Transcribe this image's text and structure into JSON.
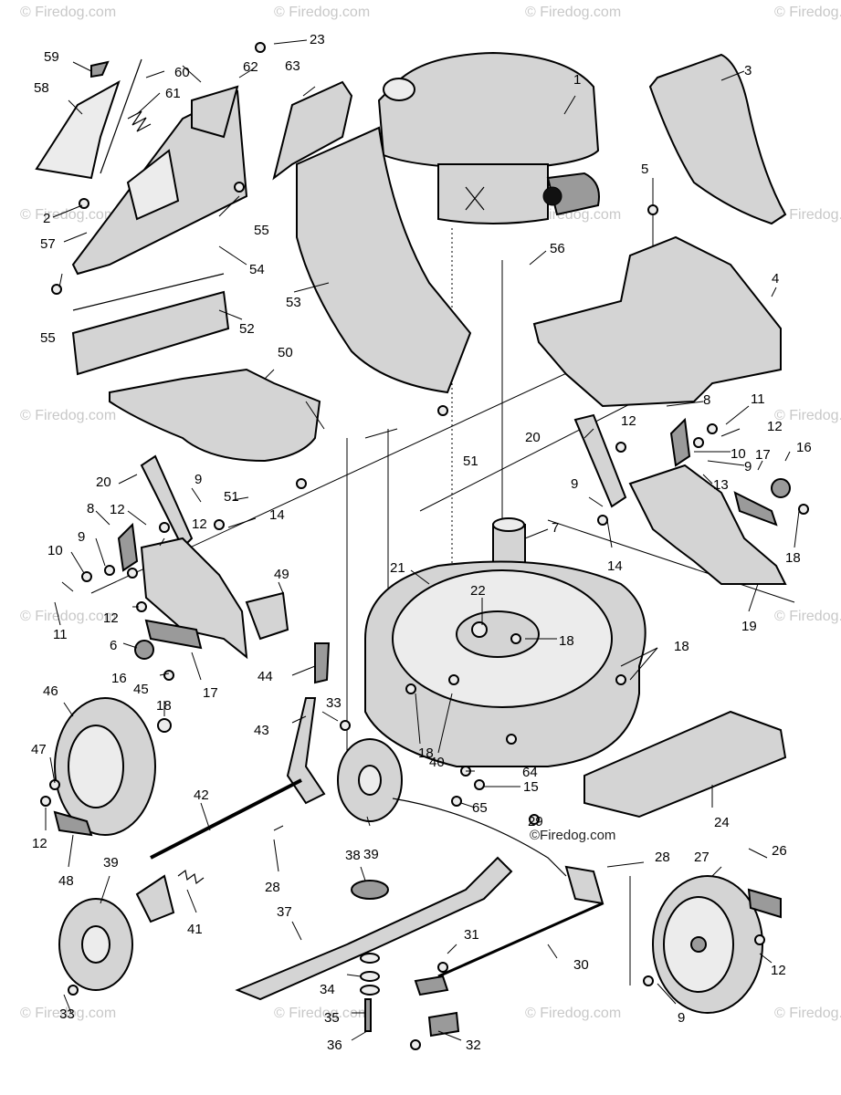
{
  "watermark": {
    "text": "© Firedog.com",
    "center_text": "©Firedog.com"
  },
  "callouts": {
    "p1": "1",
    "p2": "2",
    "p3": "3",
    "p4": "4",
    "p5": "5",
    "p6": "6",
    "p7": "7",
    "p8a": "8",
    "p8b": "8",
    "p9a": "9",
    "p9b": "9",
    "p9c": "9",
    "p9d": "9",
    "p9e": "9",
    "p10a": "10",
    "p10b": "10",
    "p11a": "11",
    "p11b": "11",
    "p12a": "12",
    "p12b": "12",
    "p12c": "12",
    "p12d": "12",
    "p12e": "12",
    "p12f": "12",
    "p12g": "12",
    "p13": "13",
    "p14a": "14",
    "p14b": "14",
    "p15": "15",
    "p16a": "16",
    "p16b": "16",
    "p17a": "17",
    "p17b": "17",
    "p18a": "18",
    "p18b": "18",
    "p18c": "18",
    "p18d": "18",
    "p18e": "18",
    "p19": "19",
    "p20a": "20",
    "p20b": "20",
    "p21": "21",
    "p22": "22",
    "p23": "23",
    "p24": "24",
    "p26": "26",
    "p27": "27",
    "p28a": "28",
    "p28b": "28",
    "p29": "29",
    "p30": "30",
    "p31": "31",
    "p32": "32",
    "p33a": "33",
    "p33b": "33",
    "p34": "34",
    "p35": "35",
    "p36": "36",
    "p37": "37",
    "p38": "38",
    "p39a": "39",
    "p39b": "39",
    "p40": "40",
    "p41": "41",
    "p42": "42",
    "p43": "43",
    "p44": "44",
    "p45": "45",
    "p46": "46",
    "p47": "47",
    "p48": "48",
    "p49": "49",
    "p50": "50",
    "p51a": "51",
    "p51b": "51",
    "p52": "52",
    "p53": "53",
    "p54": "54",
    "p55a": "55",
    "p55b": "55",
    "p56": "56",
    "p57": "57",
    "p58": "58",
    "p59": "59",
    "p60": "60",
    "p61": "61",
    "p62": "62",
    "p63": "63",
    "p64": "64",
    "p65": "65"
  }
}
